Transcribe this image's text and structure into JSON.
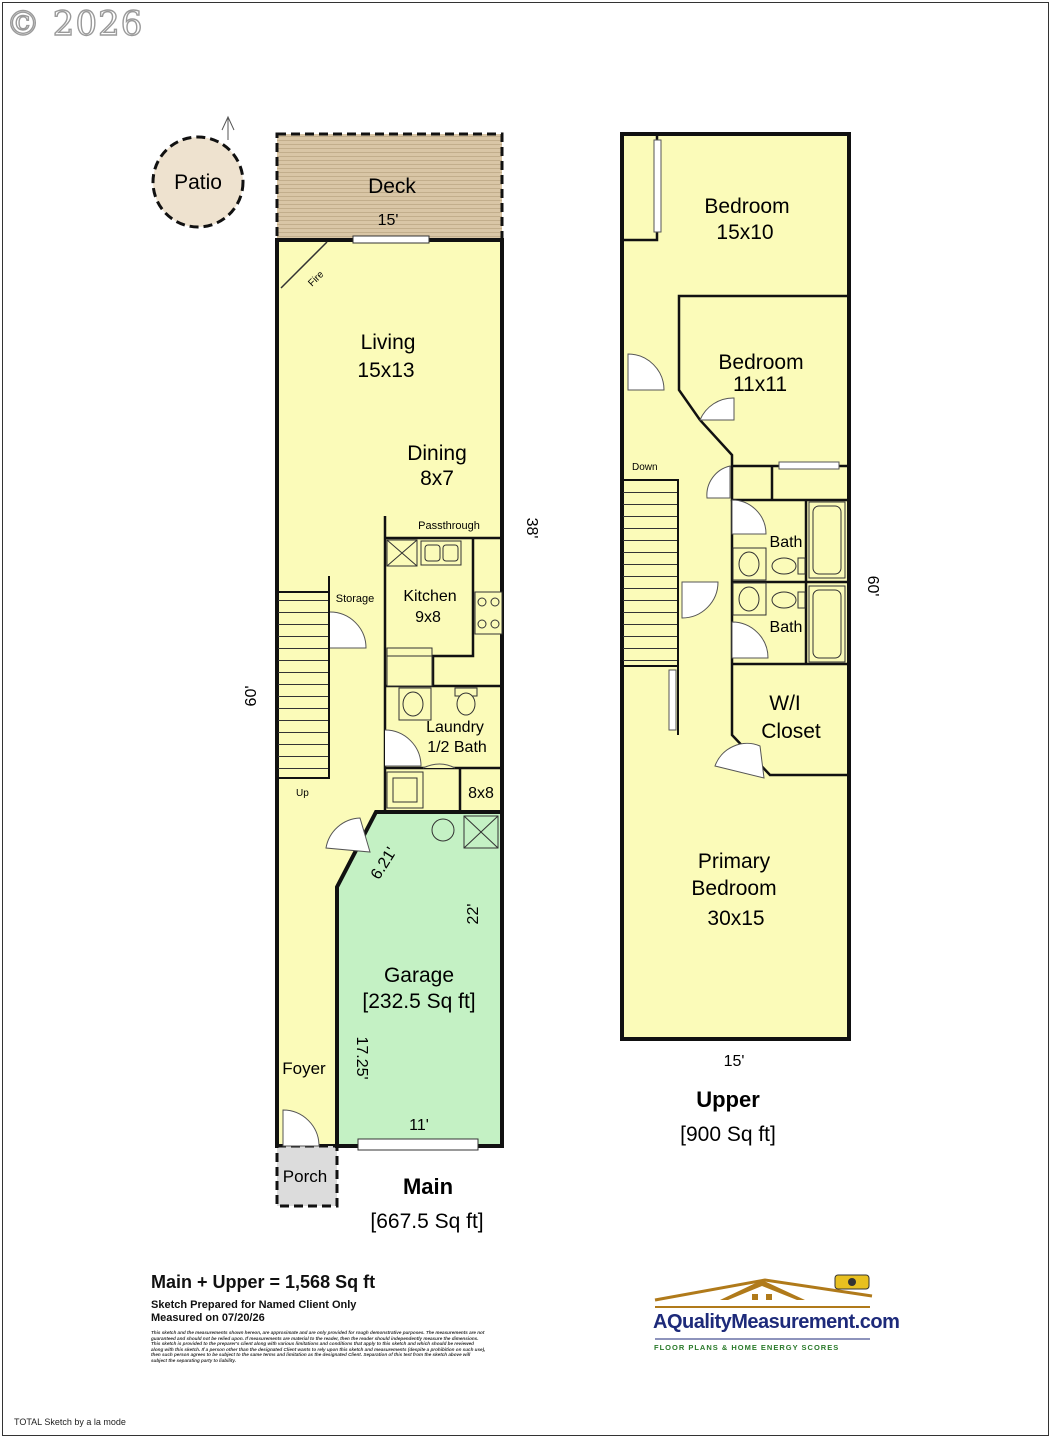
{
  "copyright": "© 2026",
  "colors": {
    "room_fill": "#fbfbb9",
    "garage_fill": "#c4f1c4",
    "deck_fill": "#d9c6a6",
    "patio_fill": "#eee2cf",
    "porch_fill": "#dcdcdc",
    "wall": "#111111"
  },
  "main_floor": {
    "title": "Main",
    "area": "[667.5 Sq ft]",
    "rooms": {
      "patio": "Patio",
      "deck": "Deck",
      "living": [
        "Living",
        "15x13"
      ],
      "dining": [
        "Dining",
        "8x7"
      ],
      "kitchen": [
        "Kitchen",
        "9x8"
      ],
      "storage": "Storage",
      "passthrough": "Passthrough",
      "laundry": [
        "Laundry",
        "1/2 Bath"
      ],
      "closet_8x8": "8x8",
      "garage": [
        "Garage",
        "[232.5 Sq ft]"
      ],
      "foyer": "Foyer",
      "porch": "Porch",
      "fire": "Fire",
      "up": "Up"
    },
    "dimensions": {
      "deck_width": "15'",
      "right_38": "38'",
      "left_60": "60'",
      "garage_diag": "6.21'",
      "garage_22": "22'",
      "garage_17": "17.25'",
      "garage_11": "11'"
    }
  },
  "upper_floor": {
    "title": "Upper",
    "area": "[900 Sq ft]",
    "rooms": {
      "bedroom1": [
        "Bedroom",
        "15x10"
      ],
      "bedroom2": [
        "Bedroom",
        "11x11"
      ],
      "bath1": "Bath",
      "bath2": "Bath",
      "wi_closet": [
        "W/I",
        "Closet"
      ],
      "primary": [
        "Primary",
        "Bedroom",
        "30x15"
      ],
      "down": "Down"
    },
    "dimensions": {
      "right_60": "60'",
      "bottom_15": "15'"
    }
  },
  "summary": {
    "total": "Main + Upper = 1,568 Sq ft",
    "prepared_for": "Sketch Prepared for Named Client Only",
    "measured_on": "Measured on 07/20/26",
    "disclaimer": "This sketch and the measurements shown hereon, are approximate and are only provided for rough demonstrative purposes. The measurements are not guaranteed and should not be relied upon. If measurements are material to the reader, then the reader should independently measure the dimensions. This sketch is provided to the preparer's client along with various limitations and conditions that apply to this sketch and which should be reviewed along with this sketch. If a person other than the designated Client wants to rely upon this sketch and measurements (despite a prohibition on such use), then such person agrees to be subject to the same terms and limitation as the designated Client. Separation of this text from the sketch above will subject the separating party to liability."
  },
  "logo": {
    "name": "AQualityMeasurement.com",
    "tagline": "FLOOR PLANS & HOME ENERGY SCORES"
  },
  "credit": "TOTAL Sketch by a la mode"
}
